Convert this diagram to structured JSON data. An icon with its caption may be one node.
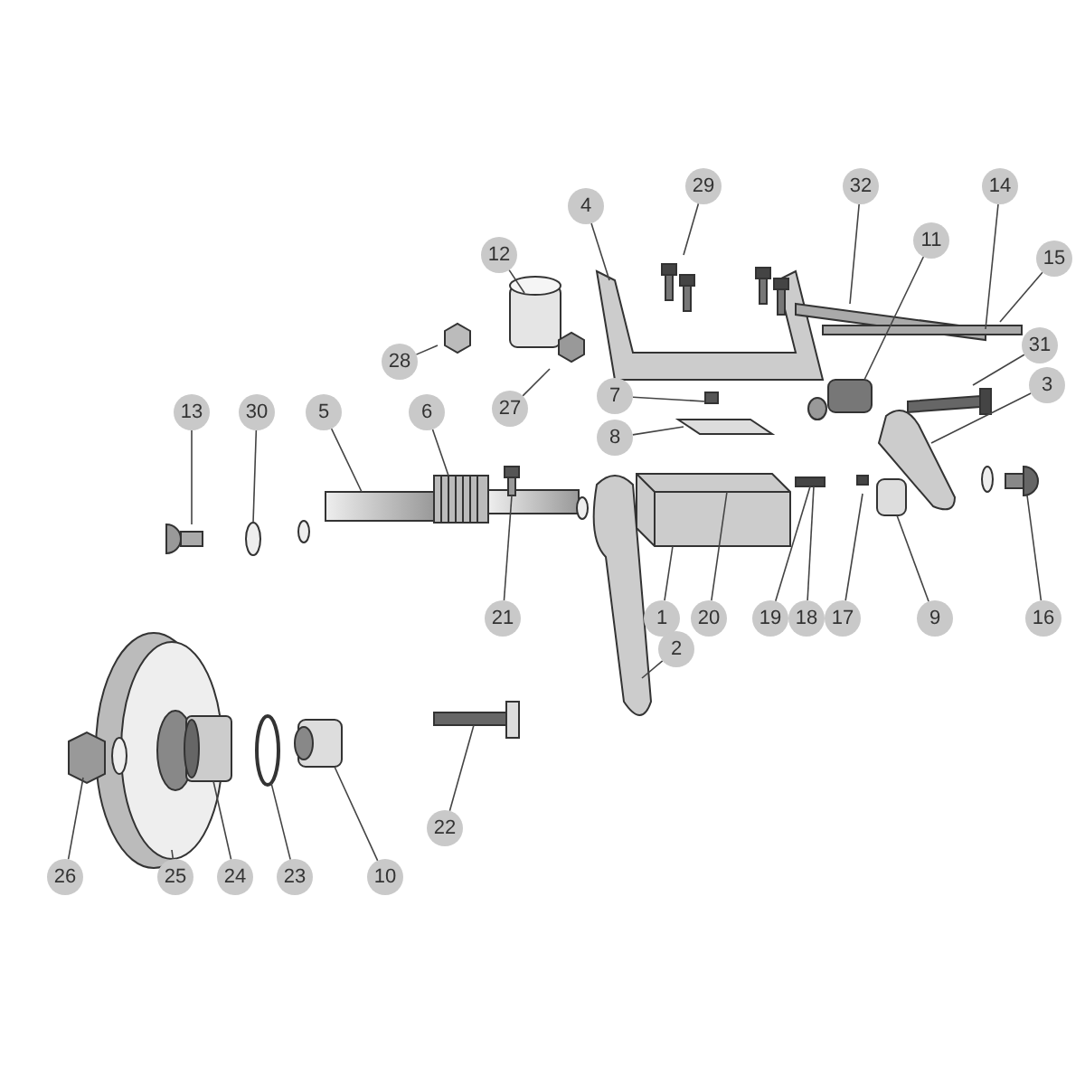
{
  "diagram": {
    "nodes": [
      {
        "text": [
          "12"
        ]
      },
      {
        "text": [
          "4"
        ]
      },
      {
        "text": [
          "29"
        ]
      },
      {
        "text": [
          "32"
        ]
      },
      {
        "text": [
          "14"
        ]
      },
      {
        "text": [
          "11"
        ]
      },
      {
        "text": [
          "15"
        ]
      },
      {
        "text": [
          "28"
        ]
      },
      {
        "text": [
          "31"
        ]
      },
      {
        "text": [
          "27"
        ]
      },
      {
        "text": [
          "3"
        ]
      },
      {
        "text": [
          "7"
        ]
      },
      {
        "text": [
          "13"
        ]
      },
      {
        "text": [
          "30"
        ]
      },
      {
        "text": [
          "5"
        ]
      },
      {
        "text": [
          "6"
        ]
      },
      {
        "text": [
          "8"
        ]
      },
      {
        "text": [
          "21"
        ]
      },
      {
        "text": [
          "1"
        ]
      },
      {
        "text": [
          "20"
        ]
      },
      {
        "text": [
          "19"
        ]
      },
      {
        "text": [
          "18"
        ]
      },
      {
        "text": [
          "17"
        ]
      },
      {
        "text": [
          "9"
        ]
      },
      {
        "text": [
          "16"
        ]
      },
      {
        "text": [
          "2"
        ]
      },
      {
        "text": [
          "22"
        ]
      },
      {
        "text": [
          "26"
        ]
      },
      {
        "text": [
          "25"
        ]
      },
      {
        "text": [
          "24"
        ]
      },
      {
        "text": [
          "23"
        ]
      },
      {
        "text": [
          "10"
        ]
      }
    ],
    "edges": [
      {
        "from": 0,
        "to": null,
        "arrow": "none"
      },
      {
        "from": 1,
        "to": null,
        "arrow": "none"
      },
      {
        "from": 2,
        "to": null,
        "arrow": "none"
      },
      {
        "from": 3,
        "to": null,
        "arrow": "none"
      },
      {
        "from": 4,
        "to": null,
        "arrow": "none"
      },
      {
        "from": 5,
        "to": null,
        "arrow": "none"
      },
      {
        "from": 6,
        "to": null,
        "arrow": "none"
      },
      {
        "from": 7,
        "to": null,
        "arrow": "none"
      },
      {
        "from": 8,
        "to": null,
        "arrow": "none"
      },
      {
        "from": 9,
        "to": null,
        "arrow": "none"
      },
      {
        "from": 10,
        "to": null,
        "arrow": "none"
      },
      {
        "from": 11,
        "to": null,
        "arrow": "none"
      },
      {
        "from": 12,
        "to": null,
        "arrow": "none"
      },
      {
        "from": 13,
        "to": null,
        "arrow": "none"
      },
      {
        "from": 14,
        "to": null,
        "arrow": "none"
      },
      {
        "from": 15,
        "to": null,
        "arrow": "none"
      },
      {
        "from": 16,
        "to": null,
        "arrow": "none"
      },
      {
        "from": 17,
        "to": null,
        "arrow": "none"
      },
      {
        "from": 18,
        "to": null,
        "arrow": "none"
      },
      {
        "from": 19,
        "to": null,
        "arrow": "none"
      },
      {
        "from": 20,
        "to": null,
        "arrow": "none"
      },
      {
        "from": 21,
        "to": null,
        "arrow": "none"
      },
      {
        "from": 22,
        "to": null,
        "arrow": "none"
      },
      {
        "from": 23,
        "to": null,
        "arrow": "none"
      },
      {
        "from": 24,
        "to": null,
        "arrow": "none"
      },
      {
        "from": 25,
        "to": null,
        "arrow": "none"
      },
      {
        "from": 26,
        "to": null,
        "arrow": "none"
      },
      {
        "from": 27,
        "to": null,
        "arrow": "none"
      },
      {
        "from": 28,
        "to": null,
        "arrow": "none"
      },
      {
        "from": 29,
        "to": null,
        "arrow": "none"
      },
      {
        "from": 30,
        "to": null,
        "arrow": "none"
      },
      {
        "from": 31,
        "to": null,
        "arrow": "none"
      }
    ]
  }
}
